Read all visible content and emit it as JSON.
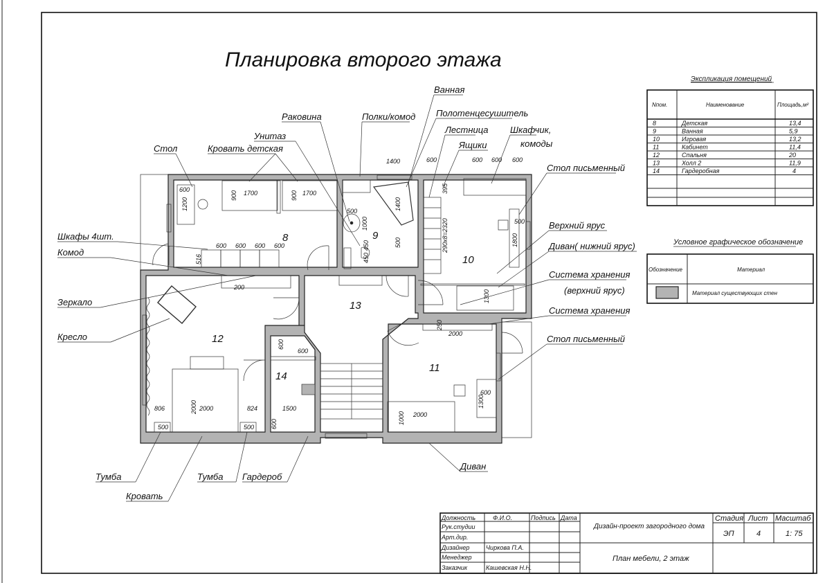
{
  "title": "Планировка второго этажа",
  "rooms": [
    "8",
    "9",
    "10",
    "11",
    "12",
    "13",
    "14"
  ],
  "labels": {
    "bath": "Ванная",
    "sink": "Раковина",
    "shelves": "Полки/комод",
    "towel": "Полотенцесушитель",
    "toilet": "Унитаз",
    "stairs": "Лестница",
    "drawers": "Ящики",
    "cabinet1": "Шкафчик,",
    "cabinet2": "комоды",
    "table": "Стол",
    "kidbed": "Кровать детская",
    "desk1": "Стол письменный",
    "wardrobes": "Шкафы 4шт.",
    "upper": "Верхний ярус",
    "sofa_lower": "Диван( нижний ярус)",
    "dresser": "Комод",
    "storage_upper1": "Система хранения",
    "storage_upper2": "(верхний ярус)",
    "mirror": "Зеркало",
    "storage": "Система хранения",
    "armchair": "Кресло",
    "desk2": "Стол письменный",
    "sofa": "Диван",
    "nightstand1": "Тумба",
    "bed": "Кровать",
    "nightstand2": "Тумба",
    "closet": "Гардероб"
  },
  "dimensions": [
    "600",
    "1200",
    "1700",
    "900",
    "1700",
    "900",
    "500",
    "1000",
    "1400",
    "1400",
    "500",
    "450",
    "450",
    "600",
    "600",
    "600",
    "600",
    "516",
    "200",
    "600",
    "600",
    "600",
    "600",
    "395",
    "290х8=2320",
    "500",
    "1800",
    "1300",
    "250",
    "2000",
    "600",
    "1300",
    "2000",
    "1000",
    "600",
    "600",
    "806",
    "2000",
    "2000",
    "824",
    "1500",
    "600",
    "500",
    "500"
  ],
  "explication": {
    "title": "Экспликация помещений",
    "headers": [
      "Nпом.",
      "Наименование",
      "Площадь,м²"
    ],
    "rows": [
      [
        "8",
        "Детская",
        "13,4"
      ],
      [
        "9",
        "Ванная",
        "5,9"
      ],
      [
        "10",
        "Игровая",
        "13,2"
      ],
      [
        "11",
        "Кабинет",
        "11,4"
      ],
      [
        "12",
        "Спальня",
        "20"
      ],
      [
        "13",
        "Холл 2",
        "11,9"
      ],
      [
        "14",
        "Гардеробная",
        "4"
      ]
    ]
  },
  "legend": {
    "title": "Условное графическое обозначение",
    "headers": [
      "Обозначение",
      "Материал"
    ],
    "row": "Материал существующих стен",
    "swatch_color": "#b3b3b3"
  },
  "title_block": {
    "headers": [
      "Должность",
      "Ф.И.О.",
      "Подпись",
      "Дата"
    ],
    "rows": [
      [
        "Рук.студии",
        ""
      ],
      [
        "Арт.дир.",
        ""
      ],
      [
        "Дизайнер",
        "Чиркова П.А."
      ],
      [
        "Менеджер",
        ""
      ],
      [
        "Заказчик",
        "Кашевская Н.Н."
      ]
    ],
    "project": "Дизайн-проект загородного дома",
    "sheet_title": "План мебели, 2 этаж",
    "stage_label": "Стадия",
    "sheet_label": "Лист",
    "scale_label": "Масштаб",
    "stage": "ЭП",
    "sheet": "4",
    "scale": "1: 75"
  }
}
